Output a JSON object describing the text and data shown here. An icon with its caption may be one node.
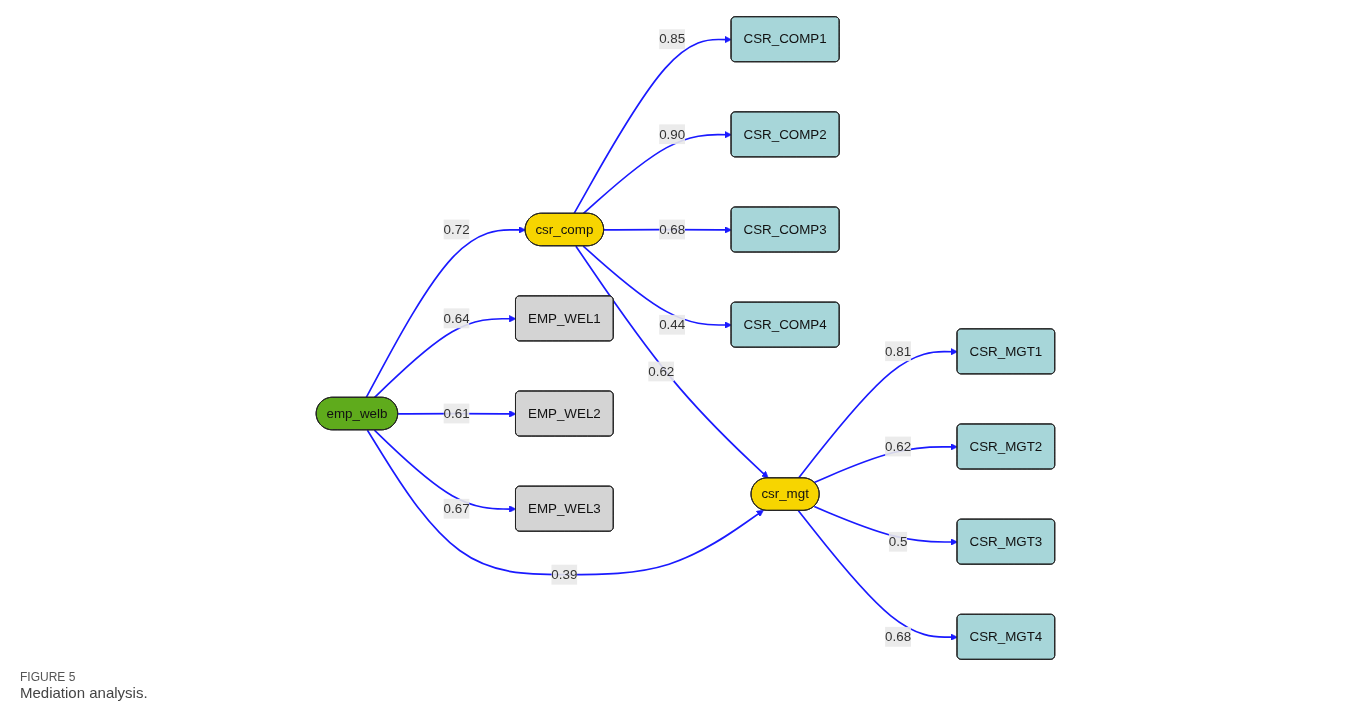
{
  "diagram": {
    "caption": "Mediation analysis.",
    "nodes": [
      {
        "text": [
          "CSR_COMP1"
        ]
      },
      {
        "text": [
          "CSR_COMP2"
        ]
      },
      {
        "text": [
          "CSR_COMP3"
        ]
      },
      {
        "text": [
          "CSR_COMP4"
        ]
      },
      {
        "text": [
          "csr_comp"
        ]
      },
      {
        "text": [
          "EMP_WEL1"
        ]
      },
      {
        "text": [
          "EMP_WEL2"
        ]
      },
      {
        "text": [
          "EMP_WEL3"
        ]
      },
      {
        "text": [
          "emp_welb"
        ]
      },
      {
        "text": [
          "csr_mgt"
        ]
      },
      {
        "text": [
          "CSR_MGT1"
        ]
      },
      {
        "text": [
          "CSR_MGT2"
        ]
      },
      {
        "text": [
          "CSR_MGT3"
        ]
      },
      {
        "text": [
          "CSR_MGT4"
        ]
      }
    ],
    "edges": [
      {
        "from": 4,
        "to": 0,
        "arrow": "to",
        "label": "0.85"
      },
      {
        "from": 4,
        "to": 1,
        "arrow": "to",
        "label": "0.90"
      },
      {
        "from": 4,
        "to": 2,
        "arrow": "to",
        "label": "0.68"
      },
      {
        "from": 4,
        "to": 3,
        "arrow": "to",
        "label": "0.44"
      },
      {
        "from": 8,
        "to": 4,
        "arrow": "to",
        "label": "0.72"
      },
      {
        "from": 4,
        "to": 9,
        "arrow": "to",
        "label": "0.62"
      },
      {
        "from": 8,
        "to": 5,
        "arrow": "to",
        "label": "0.64"
      },
      {
        "from": 8,
        "to": 6,
        "arrow": "to",
        "label": "0.61"
      },
      {
        "from": 8,
        "to": 7,
        "arrow": "to",
        "label": "0.67"
      },
      {
        "from": 8,
        "to": 9,
        "arrow": "to",
        "label": "0.39"
      },
      {
        "from": 9,
        "to": 10,
        "arrow": "to",
        "label": "0.81"
      },
      {
        "from": 9,
        "to": 11,
        "arrow": "to",
        "label": "0.62"
      },
      {
        "from": 9,
        "to": 12,
        "arrow": "to",
        "label": "0.5"
      },
      {
        "from": 9,
        "to": 13,
        "arrow": "to",
        "label": "0.68"
      }
    ],
    "labels": [
      "FIGURE 5"
    ]
  }
}
